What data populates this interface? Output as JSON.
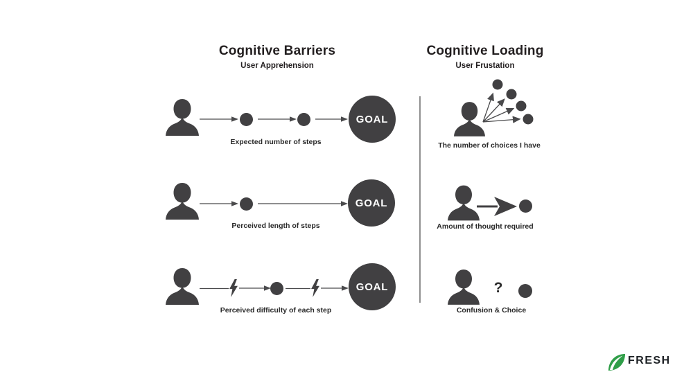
{
  "colors": {
    "background": "#ffffff",
    "shape": "#414042",
    "arrow": "#4a4a4c",
    "text": "#231f20",
    "divider": "#8f8f8f",
    "goal_text": "#ffffff",
    "brand_green": "#2f9e48",
    "brand_text": "#1d2125"
  },
  "left_section": {
    "title": "Cognitive Barriers",
    "subtitle": "User Apprehension",
    "goal_label": "GOAL",
    "rows": [
      {
        "label": "Expected number of steps"
      },
      {
        "label": "Perceived length of steps"
      },
      {
        "label": "Perceived difficulty of each step"
      }
    ]
  },
  "right_section": {
    "title": "Cognitive Loading",
    "subtitle": "User Frustation",
    "rows": [
      {
        "label": "The number of choices I have"
      },
      {
        "label": "Amount of thought required"
      },
      {
        "label": "Confusion & Choice",
        "symbol": "?"
      }
    ]
  },
  "brand": {
    "name": "FRESH"
  }
}
